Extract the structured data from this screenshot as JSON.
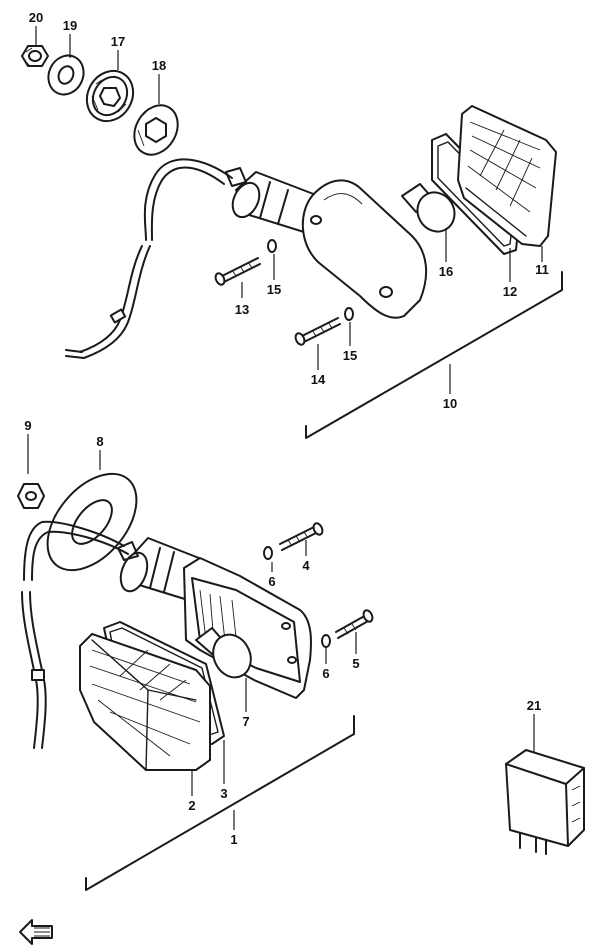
{
  "callouts": {
    "c1": "1",
    "c2": "2",
    "c3": "3",
    "c4": "4",
    "c5": "5",
    "c6a": "6",
    "c6b": "6",
    "c7": "7",
    "c8": "8",
    "c9": "9",
    "c10": "10",
    "c11": "11",
    "c12": "12",
    "c13": "13",
    "c14": "14",
    "c15a": "15",
    "c15b": "15",
    "c16": "16",
    "c17": "17",
    "c18": "18",
    "c19": "19",
    "c20": "20",
    "c21": "21"
  },
  "icons": {
    "front_arrow": "front-direction-arrow",
    "relay": "turn-signal-relay"
  },
  "colors": {
    "line": "#1a1a1a",
    "background": "#ffffff"
  }
}
